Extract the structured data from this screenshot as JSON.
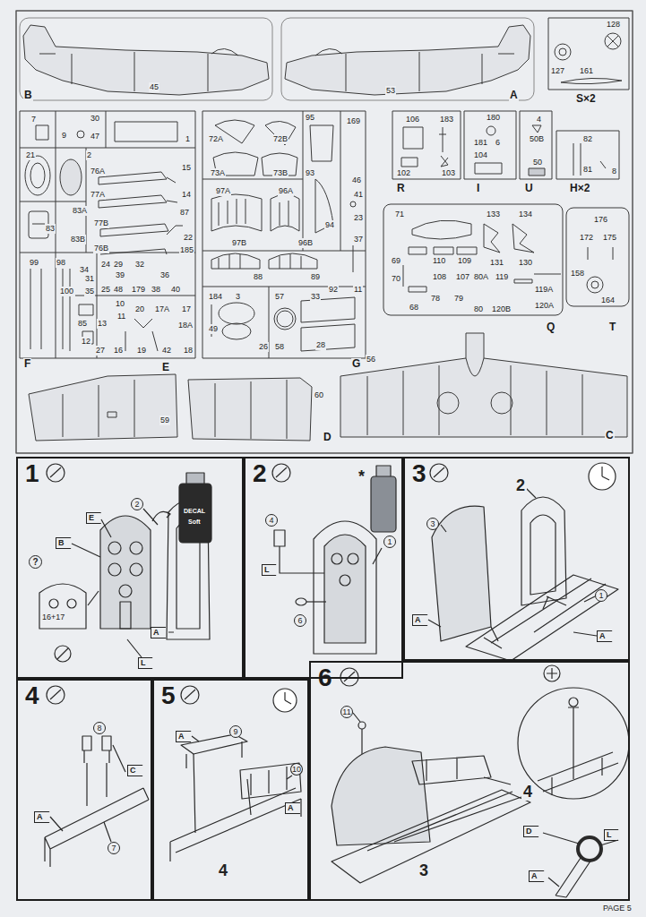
{
  "diagram": {
    "nodes": [
      {
        "text": [
          "B"
        ]
      },
      {
        "text": [
          "A"
        ]
      },
      {
        "text": [
          "S×2"
        ]
      },
      {
        "text": [
          "F"
        ]
      },
      {
        "text": [
          "G"
        ]
      },
      {
        "text": [
          "R"
        ]
      },
      {
        "text": [
          "I"
        ]
      },
      {
        "text": [
          "U"
        ]
      },
      {
        "text": [
          "H×2"
        ]
      },
      {
        "text": [
          "Q"
        ]
      },
      {
        "text": [
          "T"
        ]
      },
      {
        "text": [
          "E"
        ]
      },
      {
        "text": [
          "D"
        ]
      },
      {
        "text": [
          "C"
        ]
      },
      {
        "text": [
          "1"
        ]
      },
      {
        "text": [
          "2"
        ]
      },
      {
        "text": [
          "3"
        ]
      },
      {
        "text": [
          "4"
        ]
      },
      {
        "text": [
          "5"
        ]
      },
      {
        "text": [
          "6"
        ]
      }
    ],
    "labels": [
      "45",
      "53",
      "128",
      "127",
      "161",
      "7",
      "30",
      "9",
      "47",
      "1",
      "21",
      "2",
      "76A",
      "15",
      "77A",
      "14",
      "83A",
      "77B",
      "87",
      "83",
      "83B",
      "22",
      "185",
      "76B",
      "99",
      "98",
      "34",
      "24",
      "29",
      "32",
      "31",
      "39",
      "36",
      "100",
      "35",
      "25",
      "48",
      "179",
      "38",
      "40",
      "10",
      "20",
      "17A",
      "17",
      "11",
      "85",
      "13",
      "18A",
      "12",
      "27",
      "16",
      "19",
      "42",
      "18",
      "72A",
      "72B",
      "73A",
      "73B",
      "95",
      "169",
      "93",
      "46",
      "97A",
      "96A",
      "41",
      "23",
      "94",
      "37",
      "97B",
      "96B",
      "88",
      "89",
      "92",
      "11",
      "184",
      "3",
      "57",
      "33",
      "49",
      "26",
      "58",
      "28",
      "106",
      "183",
      "102",
      "103",
      "180",
      "181",
      "6",
      "104",
      "4",
      "50B",
      "50",
      "82",
      "81",
      "8",
      "71",
      "133",
      "134",
      "69",
      "110",
      "109",
      "131",
      "130",
      "70",
      "108",
      "107",
      "80A",
      "119",
      "119A",
      "78",
      "79",
      "120A",
      "68",
      "80",
      "120B",
      "176",
      "172",
      "175",
      "158",
      "164",
      "59",
      "60",
      "56",
      "2",
      "E",
      "B",
      "?",
      "16+17",
      "A",
      "L",
      "DECAL",
      "Soft",
      "4",
      "L",
      "1",
      "6",
      "*",
      "2",
      "3",
      "1",
      "A",
      "A",
      "8",
      "C",
      "A",
      "7",
      "A",
      "9",
      "10",
      "A",
      "4",
      "11",
      "4",
      "3",
      "D",
      "L",
      "A",
      "PAGE 5"
    ]
  }
}
